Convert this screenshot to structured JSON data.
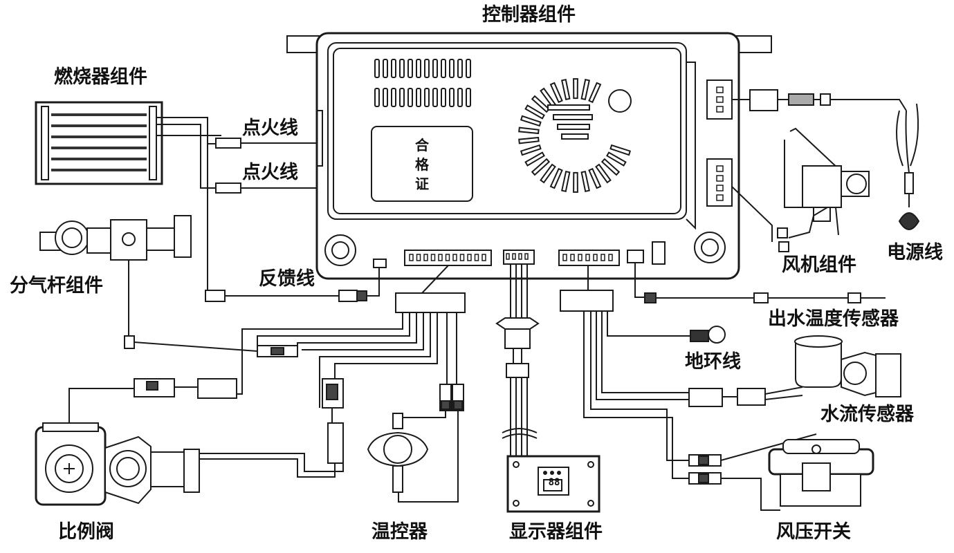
{
  "labels": {
    "controller": "控制器组件",
    "burner": "燃烧器组件",
    "ignition_1": "点火线",
    "ignition_2": "点火线",
    "gas_rod": "分气杆组件",
    "feedback": "反馈线",
    "power_cord": "电源线",
    "fan": "风机组件",
    "outlet_temp_sensor": "出水温度传感器",
    "ground_wire": "地环线",
    "water_flow_sensor": "水流传感器",
    "proportional_valve": "比例阀",
    "thermostat": "温控器",
    "display": "显示器组件",
    "air_pressure_switch": "风压开关"
  },
  "certificate": [
    "合",
    "格",
    "证"
  ],
  "display_readout": "88",
  "colors": {
    "line": "#1a1a1a",
    "fill": "#ffffff",
    "shade": "#4a4a4a"
  }
}
